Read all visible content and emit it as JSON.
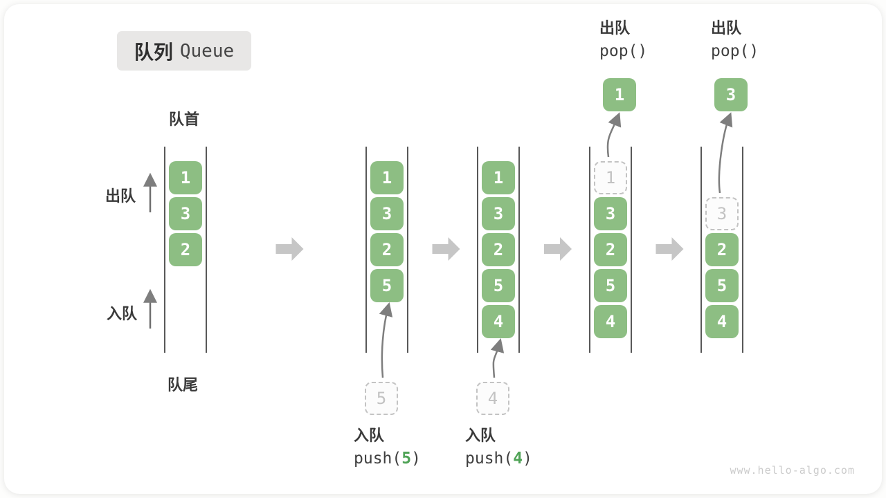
{
  "title": {
    "cn": "队列",
    "en": "Queue"
  },
  "labels": {
    "front": "队首",
    "rear": "队尾",
    "dequeue_side": "出队",
    "enqueue_side": "入队"
  },
  "watermark": "www.hello-algo.com",
  "colors": {
    "box_green": "#8dbe83",
    "code_arg_green": "#4fa356",
    "dashed_gray": "#c3c3c3",
    "big_arrow_gray": "#c6c6c6",
    "curve_arrow_gray": "#7e7e7e",
    "badge_bg": "#e8e7e6",
    "text_dark": "#3a3a3a"
  },
  "columns": [
    {
      "cells": [
        {
          "value": "1",
          "row": 0,
          "type": "solid"
        },
        {
          "value": "3",
          "row": 1,
          "type": "solid"
        },
        {
          "value": "2",
          "row": 2,
          "type": "solid"
        }
      ]
    },
    {
      "cells": [
        {
          "value": "1",
          "row": 0,
          "type": "solid"
        },
        {
          "value": "3",
          "row": 1,
          "type": "solid"
        },
        {
          "value": "2",
          "row": 2,
          "type": "solid"
        },
        {
          "value": "5",
          "row": 3,
          "type": "solid"
        }
      ],
      "incoming": {
        "value": "5"
      },
      "enqueue_label": {
        "action": "入队",
        "code_pre": "push(",
        "code_arg": "5",
        "code_post": ")"
      }
    },
    {
      "cells": [
        {
          "value": "1",
          "row": 0,
          "type": "solid"
        },
        {
          "value": "3",
          "row": 1,
          "type": "solid"
        },
        {
          "value": "2",
          "row": 2,
          "type": "solid"
        },
        {
          "value": "5",
          "row": 3,
          "type": "solid"
        },
        {
          "value": "4",
          "row": 4,
          "type": "solid"
        }
      ],
      "incoming": {
        "value": "4"
      },
      "enqueue_label": {
        "action": "入队",
        "code_pre": "push(",
        "code_arg": "4",
        "code_post": ")"
      }
    },
    {
      "cells": [
        {
          "value": "1",
          "row": 0,
          "type": "dashed"
        },
        {
          "value": "3",
          "row": 1,
          "type": "solid"
        },
        {
          "value": "2",
          "row": 2,
          "type": "solid"
        },
        {
          "value": "5",
          "row": 3,
          "type": "solid"
        },
        {
          "value": "4",
          "row": 4,
          "type": "solid"
        }
      ],
      "popped": {
        "value": "1"
      },
      "dequeue_label": {
        "action": "出队",
        "code": "pop()"
      }
    },
    {
      "cells": [
        {
          "value": "3",
          "row": 1,
          "type": "dashed"
        },
        {
          "value": "2",
          "row": 2,
          "type": "solid"
        },
        {
          "value": "5",
          "row": 3,
          "type": "solid"
        },
        {
          "value": "4",
          "row": 4,
          "type": "solid"
        }
      ],
      "popped": {
        "value": "3"
      },
      "dequeue_label": {
        "action": "出队",
        "code": "pop()"
      }
    }
  ]
}
